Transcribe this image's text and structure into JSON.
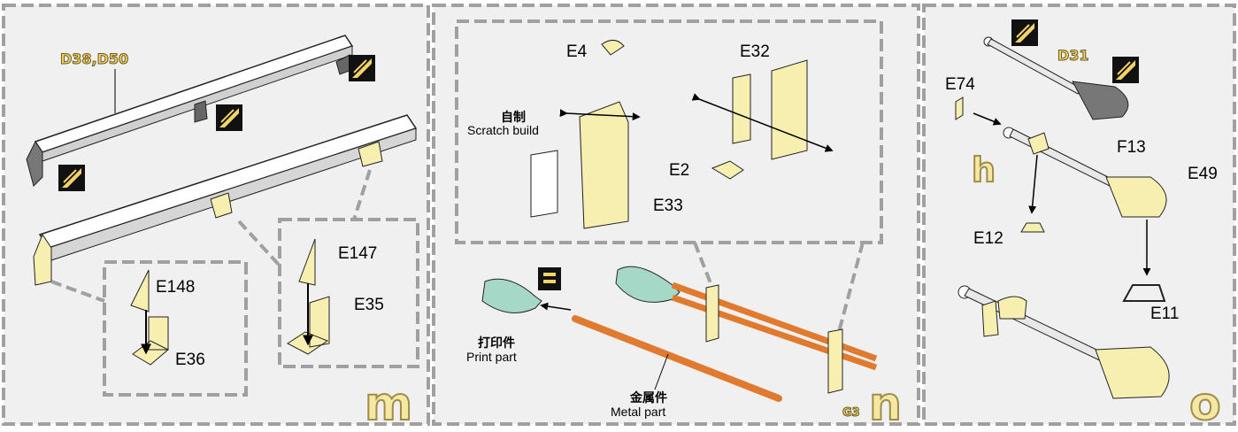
{
  "panels": {
    "m": {
      "letter": "m",
      "part_label": "D38,D50",
      "callouts": [
        "E148",
        "E36",
        "E147",
        "E35"
      ]
    },
    "n": {
      "letter": "n",
      "ref_code": "G3",
      "callouts": [
        "E4",
        "E32",
        "E33",
        "E2"
      ],
      "scratch_cn": "自制",
      "scratch_en": "Scratch build",
      "print_cn": "打印件",
      "print_en": "Print part",
      "metal_cn": "金属件",
      "metal_en": "Metal part"
    },
    "o": {
      "letter": "o",
      "part_label": "D31",
      "step_letter": "h",
      "callouts": [
        "E74",
        "F13",
        "E49",
        "E12",
        "E11"
      ]
    }
  },
  "icons": [
    "cut-mark-icon",
    "print-part-icon"
  ],
  "colors": {
    "part_yellow": "#f7efb0",
    "metal_orange": "#e07a2f",
    "print_green": "#a6d8c8",
    "frame_gray": "#a0a0a0",
    "panel_bg": "#f0f0f0"
  }
}
